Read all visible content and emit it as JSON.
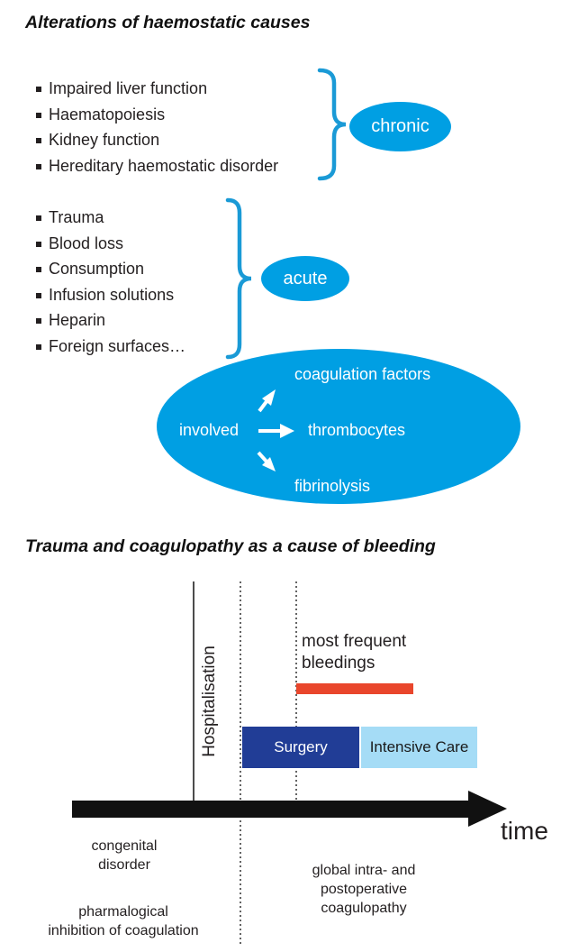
{
  "section1": {
    "title": "Alterations of haemostatic causes",
    "chronic": {
      "items": [
        "Impaired liver function",
        "Haematopoiesis",
        "Kidney function",
        "Hereditary haemostatic disorder"
      ],
      "label": "chronic"
    },
    "acute": {
      "items": [
        "Trauma",
        "Blood loss",
        "Consumption",
        "Infusion solutions",
        "Heparin",
        "Foreign surfaces…"
      ],
      "label": "acute"
    },
    "involved": {
      "label": "involved",
      "targets": [
        "coagulation factors",
        "thrombocytes",
        "fibrinolysis"
      ]
    }
  },
  "section2": {
    "title": "Trauma and coagulopathy as a cause of bleeding",
    "hospitalisation": "Hospitalisation",
    "most_frequent": [
      "most frequent",
      "bleedings"
    ],
    "surgery": "Surgery",
    "intensive_care": "Intensive Care",
    "axis_label": "time",
    "congenital": [
      "congenital",
      "disorder"
    ],
    "pharmalogical": [
      "pharmalogical",
      "inhibition of coagulation"
    ],
    "global": [
      "global intra- and",
      "postoperative",
      "coagulopathy"
    ]
  },
  "colors": {
    "brace_blue": "#1a9ad6",
    "pill_blue": "#009fe3",
    "surgery_blue": "#213d96",
    "intensive_blue": "#a5dcf6",
    "bleeding_red": "#e9462c",
    "arrow_black": "#111111"
  }
}
